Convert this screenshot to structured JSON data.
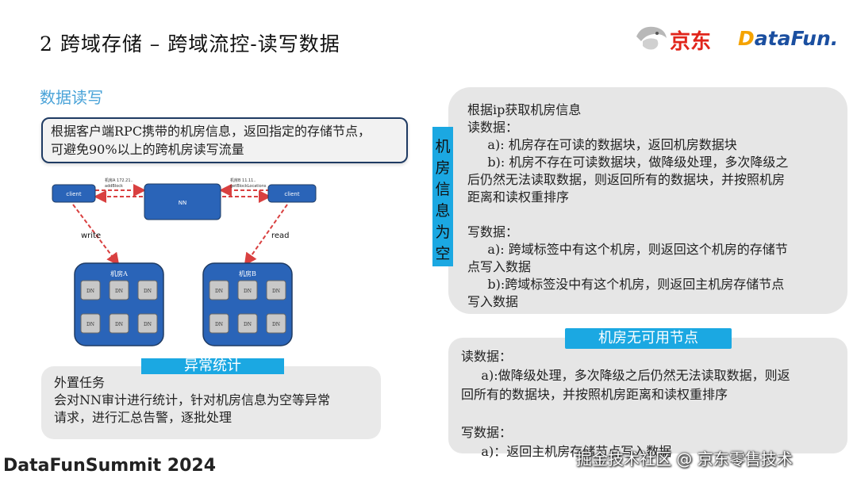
{
  "header": {
    "title": "2 跨域存储 – 跨域流控-读写数据",
    "logo_jd": "京东",
    "logo_datafun_prefix": "D",
    "logo_datafun_rest": "ataFun."
  },
  "left": {
    "subtitle": "数据读写",
    "summary_lines": [
      "根据客户端RPC携带的机房信息，返回指定的存储节点，",
      "可避免90%以上的跨机房读写流量"
    ],
    "diagram": {
      "client_left": "client",
      "client_right": "client",
      "nn": "NN",
      "left_arrow_note1": "机房A  172.21..",
      "left_arrow_note2": "addBlock",
      "right_arrow_note1": "机房B  11.11..",
      "right_arrow_note2": "getBlockLocations",
      "write_label": "write",
      "read_label": "read",
      "room_a": "机房A",
      "room_b": "机房B",
      "dn": "DN"
    },
    "anomaly_badge": "异常统计",
    "anomaly_lines": [
      "外置任务",
      "会对NN审计进行统计，针对机房信息为空等异常",
      "请求，进行汇总告警，逐批处理"
    ]
  },
  "right": {
    "vertical_label": [
      "机",
      "房",
      "信",
      "息",
      "为",
      "空"
    ],
    "box1_lines": [
      "根据ip获取机房信息",
      "读数据：",
      "     a): 机房存在可读的数据块，返回机房数据块",
      "     b): 机房不存在可读数据块，做降级处理，多次降级之",
      "后仍然无法读取数据，则返回所有的数据块，并按照机房",
      "距离和读权重排序",
      "",
      "写数据：",
      "     a): 跨域标签中有这个机房，则返回这个机房的存储节",
      "点写入数据",
      "     b):跨域标签没中有这个机房，则返回主机房存储节点",
      "写入数据"
    ],
    "badge2": "机房无可用节点",
    "box2_lines": [
      "读数据：",
      "     a):做降级处理，多次降级之后仍然无法读取数据，则返",
      "回所有的数据块，并按照机房距离和读权重排序",
      "",
      "写数据：",
      "     a)：返回主机房存储节点写入数据"
    ]
  },
  "footer": {
    "event": "DataFunSummit 2024",
    "watermark": "掘金技术社区 @ 京东零售技术"
  },
  "colors": {
    "accent": "#1ba8e2",
    "dark_blue": "#1f3b63",
    "node_blue": "#2a64b8",
    "arrow_red": "#d94040"
  }
}
